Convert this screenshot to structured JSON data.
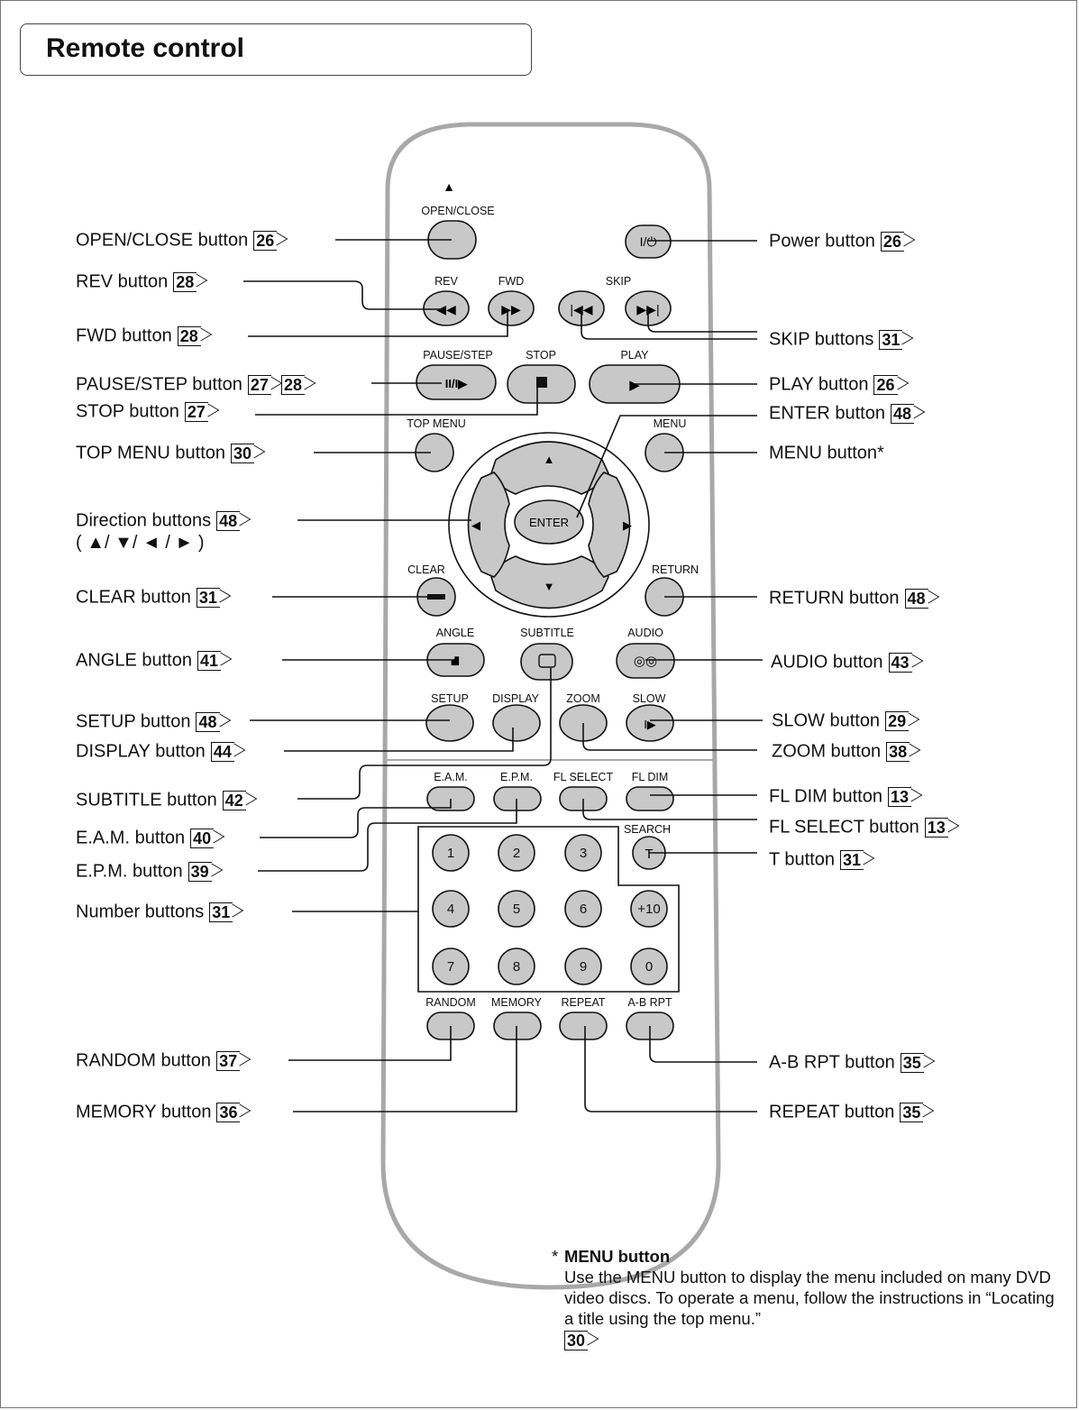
{
  "section_title": "Remote control",
  "buttons": {
    "open_close": "OPEN/CLOSE",
    "rev": "REV",
    "fwd": "FWD",
    "skip": "SKIP",
    "pause_step": "PAUSE/STEP",
    "stop": "STOP",
    "play": "PLAY",
    "top_menu": "TOP MENU",
    "menu": "MENU",
    "enter": "ENTER",
    "clear": "CLEAR",
    "return": "RETURN",
    "angle": "ANGLE",
    "subtitle": "SUBTITLE",
    "audio": "AUDIO",
    "setup": "SETUP",
    "display": "DISPLAY",
    "zoom": "ZOOM",
    "slow": "SLOW",
    "eam": "E.A.M.",
    "epm": "E.P.M.",
    "fl_select": "FL SELECT",
    "fl_dim": "FL DIM",
    "search": "SEARCH",
    "t": "T",
    "random": "RANDOM",
    "memory": "MEMORY",
    "repeat": "REPEAT",
    "ab_rpt": "A-B RPT",
    "power_glyph": "I/⏻",
    "numbers": [
      "1",
      "2",
      "3",
      "4",
      "5",
      "6",
      "+10",
      "7",
      "8",
      "9",
      "0"
    ]
  },
  "callouts": {
    "open_close": {
      "label": "OPEN/CLOSE button",
      "refs": [
        "26"
      ]
    },
    "rev": {
      "label": "REV button",
      "refs": [
        "28"
      ]
    },
    "fwd": {
      "label": "FWD button",
      "refs": [
        "28"
      ]
    },
    "pause_step": {
      "label": "PAUSE/STEP button",
      "refs": [
        "27",
        "28"
      ]
    },
    "stop": {
      "label": "STOP button",
      "refs": [
        "27"
      ]
    },
    "top_menu": {
      "label": "TOP MENU button",
      "refs": [
        "30"
      ]
    },
    "direction": {
      "label": "Direction buttons",
      "refs": [
        "48"
      ],
      "sub": "( ▲/ ▼/ ◄ / ► )"
    },
    "clear": {
      "label": "CLEAR button",
      "refs": [
        "31"
      ]
    },
    "angle": {
      "label": "ANGLE button",
      "refs": [
        "41"
      ]
    },
    "setup": {
      "label": "SETUP button",
      "refs": [
        "48"
      ]
    },
    "display": {
      "label": "DISPLAY button",
      "refs": [
        "44"
      ]
    },
    "subtitle": {
      "label": "SUBTITLE button",
      "refs": [
        "42"
      ]
    },
    "eam": {
      "label": "E.A.M. button",
      "refs": [
        "40"
      ]
    },
    "epm": {
      "label": "E.P.M. button",
      "refs": [
        "39"
      ]
    },
    "number": {
      "label": "Number buttons",
      "refs": [
        "31"
      ]
    },
    "random": {
      "label": "RANDOM button",
      "refs": [
        "37"
      ]
    },
    "memory": {
      "label": "MEMORY button",
      "refs": [
        "36"
      ]
    },
    "power": {
      "label": "Power button",
      "refs": [
        "26"
      ]
    },
    "skip": {
      "label": "SKIP buttons",
      "refs": [
        "31"
      ]
    },
    "play": {
      "label": "PLAY button",
      "refs": [
        "26"
      ]
    },
    "enter": {
      "label": "ENTER button",
      "refs": [
        "48"
      ]
    },
    "menu": {
      "label": "MENU button*",
      "refs": []
    },
    "return": {
      "label": "RETURN button",
      "refs": [
        "48"
      ]
    },
    "audio": {
      "label": "AUDIO button",
      "refs": [
        "43"
      ]
    },
    "slow": {
      "label": "SLOW button",
      "refs": [
        "29"
      ]
    },
    "zoom": {
      "label": "ZOOM button",
      "refs": [
        "38"
      ]
    },
    "fl_dim": {
      "label": "FL DIM button",
      "refs": [
        "13"
      ]
    },
    "fl_select": {
      "label": "FL SELECT button",
      "refs": [
        "13"
      ]
    },
    "t": {
      "label": "T button",
      "refs": [
        "31"
      ]
    },
    "ab_rpt": {
      "label": "A-B RPT button",
      "refs": [
        "35"
      ]
    },
    "repeat": {
      "label": "REPEAT button",
      "refs": [
        "35"
      ]
    }
  },
  "note": {
    "marker": "*",
    "title": "MENU button",
    "body": "Use the MENU button to display the menu included on many DVD video discs. To operate a menu, follow the instructions in “Locating a title using the top menu.”",
    "ref": "30"
  }
}
